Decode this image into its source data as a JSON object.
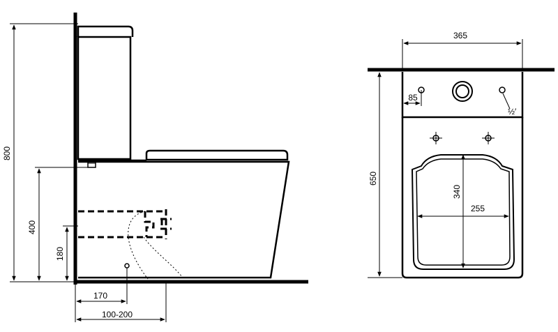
{
  "side_view": {
    "dims": {
      "total_height": "800",
      "inlet_height": "400",
      "outlet_height": "180",
      "outlet_center": "170",
      "outlet_range": "100-200"
    }
  },
  "top_view": {
    "dims": {
      "width": "365",
      "depth": "650",
      "offset": "85",
      "inlet_size": "½′",
      "seat_length": "340",
      "seat_width": "255"
    }
  }
}
